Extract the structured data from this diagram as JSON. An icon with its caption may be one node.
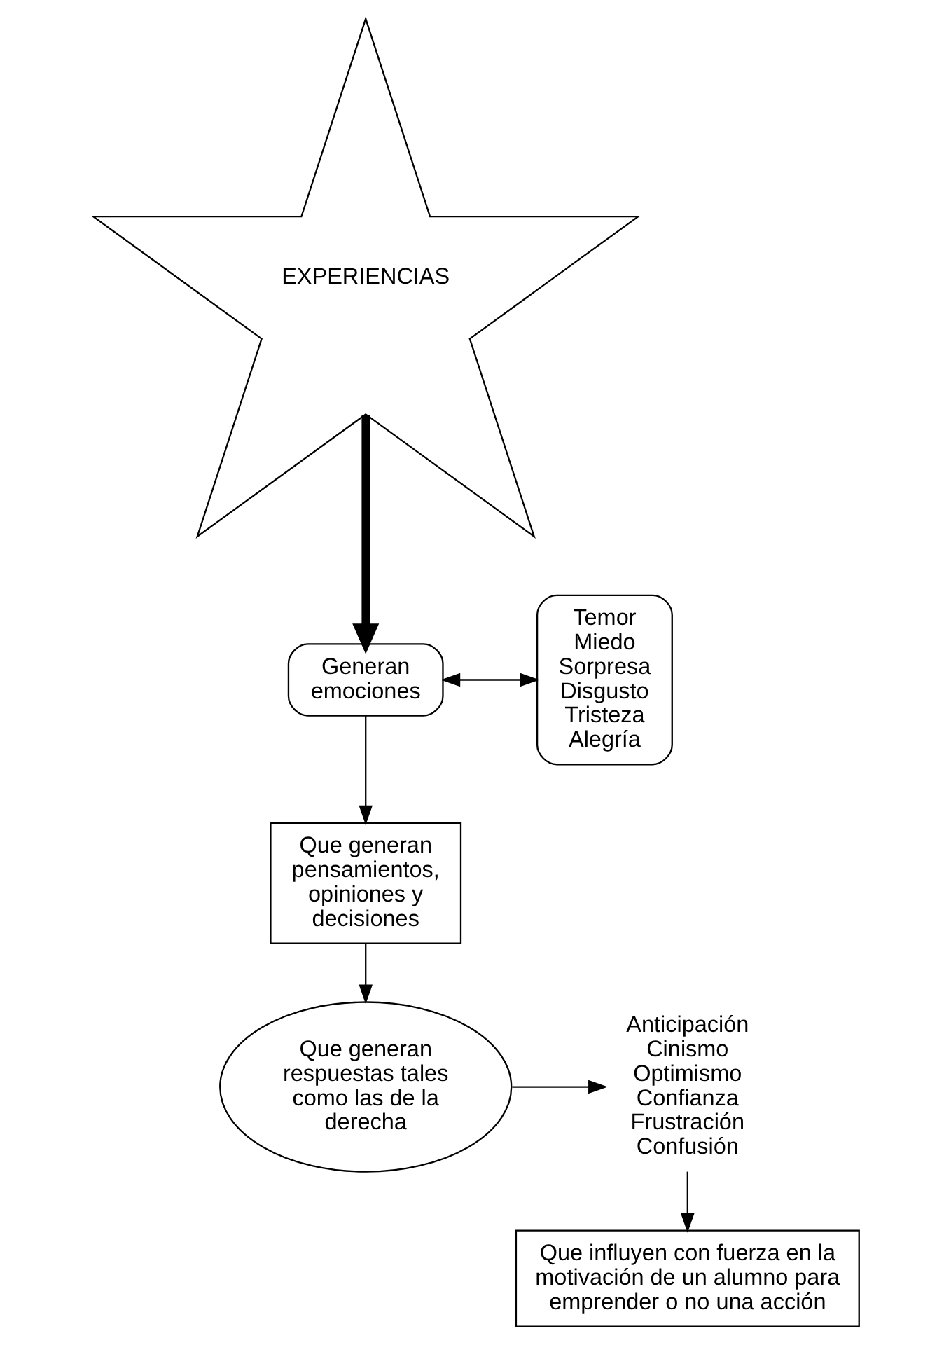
{
  "diagram": {
    "nodes": [
      {
        "text": [
          "EXPERIENCIAS"
        ]
      },
      {
        "text": [
          "Generan emociones"
        ]
      },
      {
        "text": [
          "Temor",
          "Miedo",
          "Sorpresa",
          "Disgusto",
          "Tristeza",
          "Alegría"
        ]
      },
      {
        "text": [
          "Que generan pensamientos, opiniones y decisiones"
        ]
      },
      {
        "text": [
          "Que generan respuestas tales como las de la derecha"
        ]
      },
      {
        "text": [
          "Anticipación",
          "Cinismo",
          "Optimismo",
          "Confianza",
          "Frustración",
          "Confusión"
        ]
      },
      {
        "text": [
          "Que influyen con fuerza en la motivación de un alumno para emprender o no una acción"
        ]
      }
    ],
    "edges": [
      {
        "from": 0,
        "to": 1,
        "arrow": "to",
        "style": "thick"
      },
      {
        "from": 1,
        "to": 2,
        "arrow": "both"
      },
      {
        "from": 1,
        "to": 3,
        "arrow": "to"
      },
      {
        "from": 3,
        "to": 4,
        "arrow": "to"
      },
      {
        "from": 4,
        "to": 5,
        "arrow": "to"
      },
      {
        "from": 5,
        "to": 6,
        "arrow": "to"
      }
    ]
  }
}
